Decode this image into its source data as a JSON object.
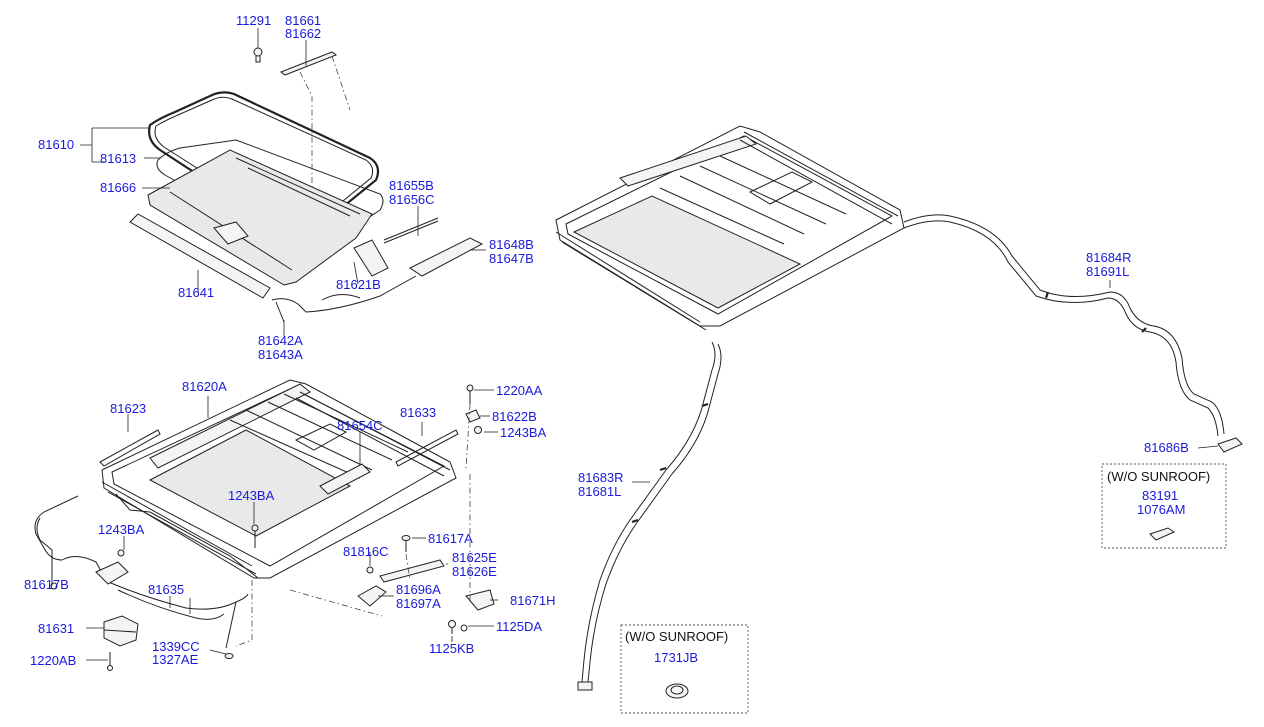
{
  "labels": {
    "l11291": "11291",
    "l81661": "81661",
    "l81662": "81662",
    "l81610": "81610",
    "l81613": "81613",
    "l81666": "81666",
    "l81655B": "81655B",
    "l81656C": "81656C",
    "l81648B": "81648B",
    "l81647B": "81647B",
    "l81621B": "81621B",
    "l81641": "81641",
    "l81642A": "81642A",
    "l81643A": "81643A",
    "l81620A": "81620A",
    "l81623": "81623",
    "l81654C": "81654C",
    "l81633": "81633",
    "l1220AA": "1220AA",
    "l81622B": "81622B",
    "l1243BA_top": "1243BA",
    "l1243BA_mid": "1243BA",
    "l1243BA_left": "1243BA",
    "l81617A": "81617A",
    "l81816C": "81816C",
    "l81625E": "81625E",
    "l81626E": "81626E",
    "l81617B": "81617B",
    "l81635": "81635",
    "l81696A": "81696A",
    "l81697A": "81697A",
    "l81671H": "81671H",
    "l81631": "81631",
    "l1125DA": "1125DA",
    "l1339CC": "1339CC",
    "l1327AE": "1327AE",
    "l1125KB": "1125KB",
    "l1220AB": "1220AB",
    "l81684R": "81684R",
    "l81691L": "81691L",
    "l81686B": "81686B",
    "l81683R": "81683R",
    "l81681L": "81681L",
    "l83191": "83191",
    "l1076AM": "1076AM",
    "l1731JB": "1731JB"
  },
  "boxes": {
    "right_title": "(W/O SUNROOF)",
    "bottom_title": "(W/O SUNROOF)"
  },
  "colors": {
    "label": "#1a1adc",
    "line": "#222222"
  }
}
